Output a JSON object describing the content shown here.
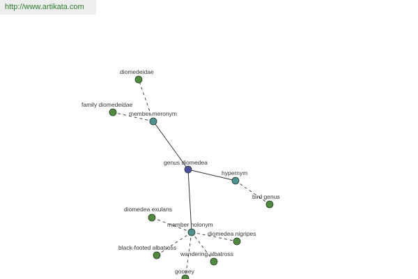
{
  "header": {
    "url": "http://www.artikata.com"
  },
  "colors": {
    "root_node": "#4a4fa0",
    "relation_node": "#4f9090",
    "leaf_node": "#4f8a3f"
  },
  "graph": {
    "nodes": [
      {
        "id": "genus-diomedea",
        "label": "genus diomedea",
        "kind": "root"
      },
      {
        "id": "member-meronym",
        "label": "member meronym",
        "kind": "relation"
      },
      {
        "id": "hypernym",
        "label": "hypernym",
        "kind": "relation"
      },
      {
        "id": "member-holonym",
        "label": "member holonym",
        "kind": "relation"
      },
      {
        "id": "diomedeidae",
        "label": "diomedeidae",
        "kind": "leaf"
      },
      {
        "id": "family-diomedeidae",
        "label": "family diomedeidae",
        "kind": "leaf"
      },
      {
        "id": "bird-genus",
        "label": "bird genus",
        "kind": "leaf"
      },
      {
        "id": "diomedea-exulans",
        "label": "diomedea exulans",
        "kind": "leaf"
      },
      {
        "id": "diomedea-nigripes",
        "label": "diomedea nigripes",
        "kind": "leaf"
      },
      {
        "id": "black-footed-albatross",
        "label": "black-footed albatross",
        "kind": "leaf"
      },
      {
        "id": "wandering-albatross",
        "label": "wandering albatross",
        "kind": "leaf"
      },
      {
        "id": "gooney",
        "label": "gooney",
        "kind": "leaf"
      }
    ],
    "edges": [
      {
        "from": "genus-diomedea",
        "to": "member-meronym",
        "style": "solid"
      },
      {
        "from": "genus-diomedea",
        "to": "hypernym",
        "style": "solid"
      },
      {
        "from": "genus-diomedea",
        "to": "member-holonym",
        "style": "solid"
      },
      {
        "from": "member-meronym",
        "to": "diomedeidae",
        "style": "dashed"
      },
      {
        "from": "member-meronym",
        "to": "family-diomedeidae",
        "style": "dashed"
      },
      {
        "from": "hypernym",
        "to": "bird-genus",
        "style": "dashed"
      },
      {
        "from": "member-holonym",
        "to": "diomedea-exulans",
        "style": "dashed"
      },
      {
        "from": "member-holonym",
        "to": "diomedea-nigripes",
        "style": "dashed"
      },
      {
        "from": "member-holonym",
        "to": "black-footed-albatross",
        "style": "dashed"
      },
      {
        "from": "member-holonym",
        "to": "wandering-albatross",
        "style": "dashed"
      },
      {
        "from": "member-holonym",
        "to": "gooney",
        "style": "dashed"
      }
    ]
  }
}
